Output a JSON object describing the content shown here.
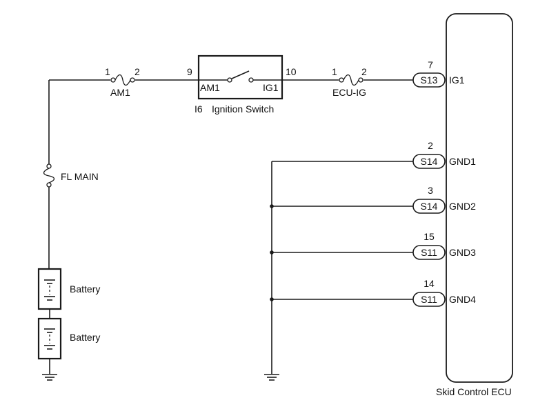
{
  "fuses": {
    "am1": {
      "label": "AM1",
      "pin_left": "1",
      "pin_right": "2"
    },
    "ecu_ig": {
      "label": "ECU-IG",
      "pin_left": "1",
      "pin_right": "2"
    },
    "fl_main": {
      "label": "FL MAIN"
    }
  },
  "ignition_switch": {
    "pin_in": "9",
    "pin_out": "10",
    "terminal_in": "AM1",
    "terminal_out": "IG1",
    "connector": "I6",
    "label": "Ignition Switch"
  },
  "batteries": [
    {
      "label": "Battery"
    },
    {
      "label": "Battery"
    }
  ],
  "ecu": {
    "label": "Skid Control ECU",
    "terminals": [
      {
        "pin": "7",
        "connector": "S13",
        "name": "IG1"
      },
      {
        "pin": "2",
        "connector": "S14",
        "name": "GND1"
      },
      {
        "pin": "3",
        "connector": "S14",
        "name": "GND2"
      },
      {
        "pin": "15",
        "connector": "S11",
        "name": "GND3"
      },
      {
        "pin": "14",
        "connector": "S11",
        "name": "GND4"
      }
    ]
  }
}
